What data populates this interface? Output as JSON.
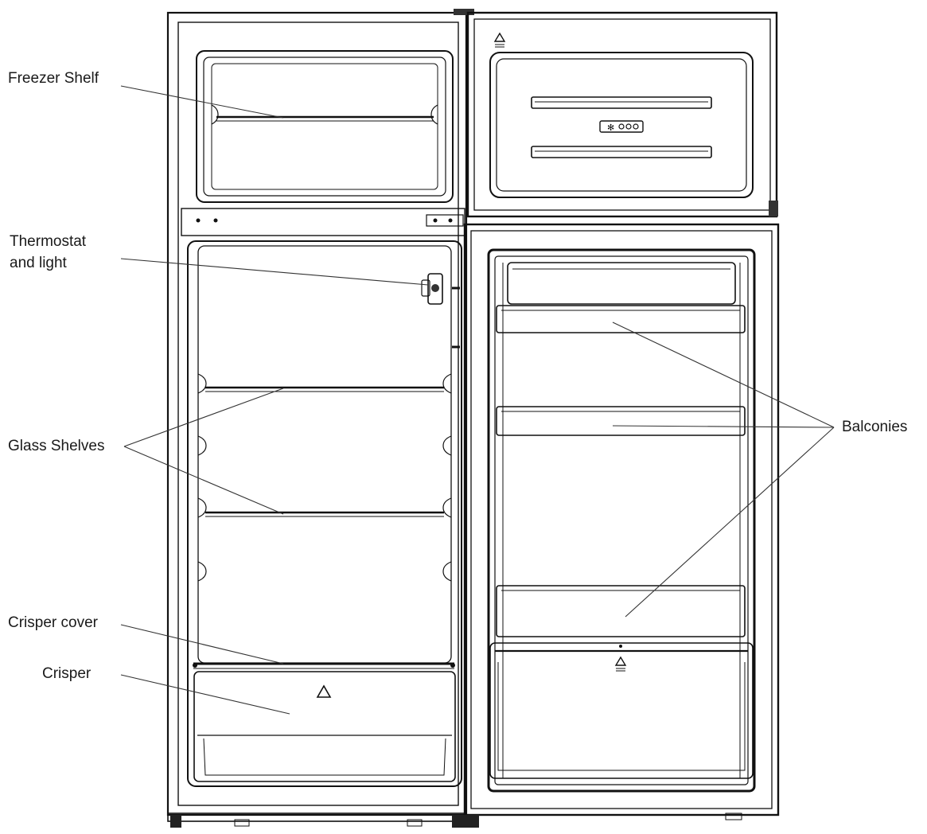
{
  "labels": {
    "freezer_shelf": "Freezer Shelf",
    "thermostat_line1": "Thermostat",
    "thermostat_line2": "and light",
    "glass_shelves": "Glass Shelves",
    "crisper_cover": "Crisper cover",
    "crisper": "Crisper",
    "balconies": "Balconies"
  },
  "colors": {
    "line": "#111111",
    "label": "#1a1a1a",
    "background": "#ffffff"
  },
  "icons": [
    "recycle-icon",
    "snowflake-icon"
  ]
}
